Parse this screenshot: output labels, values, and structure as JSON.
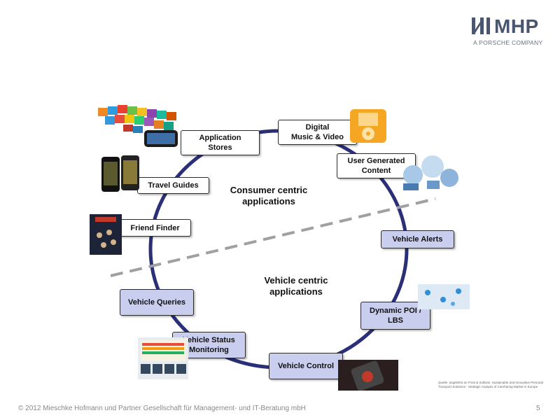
{
  "logo": {
    "text": "MHP",
    "subtitle": "A PORSCHE COMPANY"
  },
  "regions": {
    "consumer": "Consumer centric\napplications",
    "vehicle": "Vehicle centric\napplications"
  },
  "nodes": {
    "app_stores": "Application\nStores",
    "digital_music": "Digital\nMusic & Video",
    "user_generated": "User Generated\nContent",
    "travel_guides": "Travel Guides",
    "friend_finder": "Friend Finder",
    "vehicle_alerts": "Vehicle Alerts",
    "vehicle_queries": "Vehicle Queries",
    "dynamic_poi": "Dynamic POI /\nLBS",
    "vehicle_status": "Vehicle Status\nMonitoring",
    "vehicle_control": "Vehicle Control"
  },
  "source_note": "Quelle: angelehnt an Frost & Sullivan: Sustainable and Innovative Personal Transport Solutions - Strategic Analysis of Carsharing Market in Europe",
  "footer": {
    "copyright": "© 2012 Mieschke Hofmann und Partner Gesellschaft für Management- und IT-Beratung mbH",
    "page": "5"
  },
  "colors": {
    "ring": "#2b2f78",
    "consumer_box": "#ffffff",
    "vehicle_box": "#c9cdee",
    "divider": "#a0a0a0",
    "logo": "#4a5570"
  }
}
